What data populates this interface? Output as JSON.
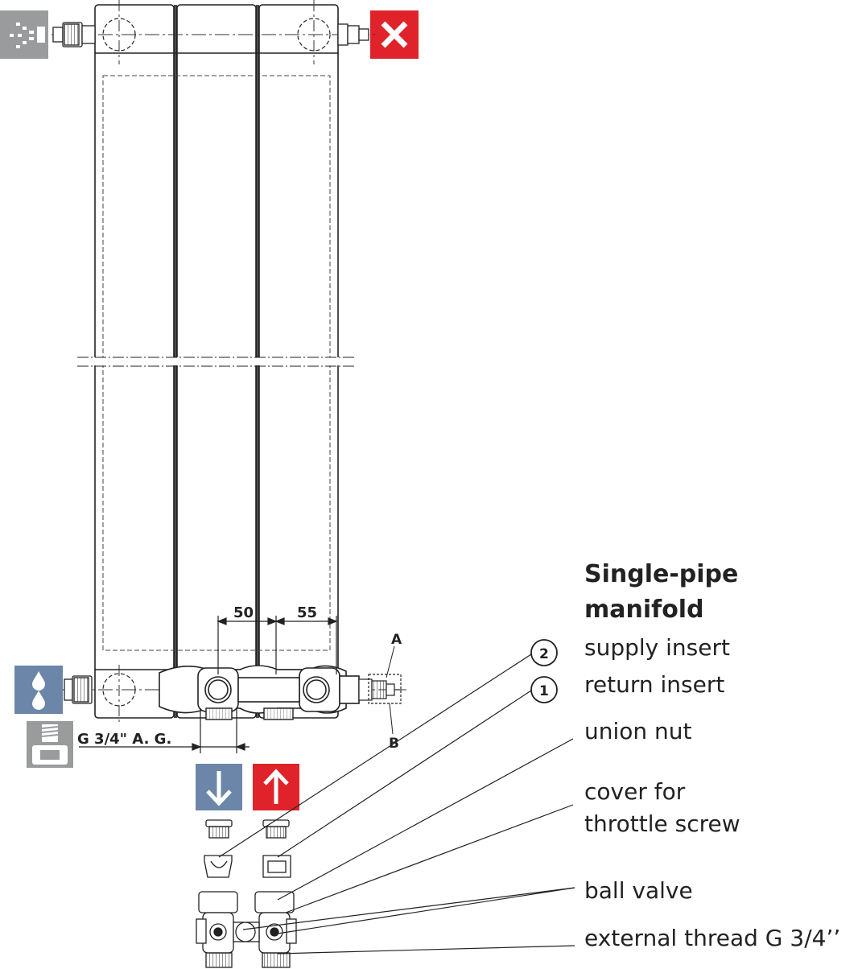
{
  "title": "Single-pipe\nmanifold",
  "labels": {
    "supply_insert": "supply insert",
    "return_insert": "return insert",
    "union_nut": "union nut",
    "cover_throttle": "cover for\nthrottle screw",
    "ball_valve": "ball valve",
    "external_thread": "external thread G 3/4’’"
  },
  "markers": {
    "two": "2",
    "one": "1"
  },
  "dimensions": {
    "spacing_1": "50",
    "spacing_2": "55",
    "thread": "G 3/4\" A. G."
  },
  "detail_labels": {
    "a": "A",
    "b": "B"
  },
  "icons": {
    "top_left": "vent-spray-icon",
    "top_right": "closed-cross-icon",
    "bottom_left": "water-drops-icon",
    "bottom_left_2": "threaded-connector-icon",
    "flow_down": "arrow-down-icon",
    "flow_up": "arrow-up-icon"
  },
  "colors": {
    "gray_icon": "#9a9b9d",
    "red": "#e0222a",
    "blue": "#6b86a8",
    "line": "#222222"
  }
}
